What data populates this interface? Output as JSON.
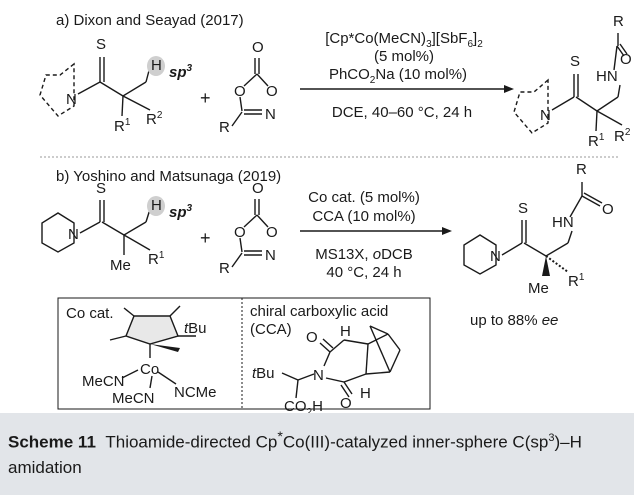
{
  "panel_a": {
    "title": "a) Dixon and Seayad (2017)",
    "catalyst_main": "[Cp*Co(MeCN)",
    "catalyst_sub1": "3",
    "catalyst_mid": "][SbF",
    "catalyst_sub2": "6",
    "catalyst_end": "]",
    "catalyst_sub3": "2",
    "catalyst_loading": "(5 mol%)",
    "additive_main": "PhCO",
    "additive_sub": "2",
    "additive_end": "Na (10 mol%)",
    "conditions": "DCE, 40–60 °C, 24 h"
  },
  "panel_b": {
    "title": "b) Yoshino and Matsunaga (2019)",
    "catalyst_line": "Co cat. (5 mol%)",
    "cca_line": "CCA (10 mol%)",
    "solvent_pre": "MS13X, ",
    "solvent_ital": "o",
    "solvent_post": "DCB",
    "temp_time": "40 °C, 24 h",
    "ee_pre": "up to 88% ",
    "ee_ital": "ee"
  },
  "atoms": {
    "S": "S",
    "N": "N",
    "O": "O",
    "H": "H",
    "R": "R",
    "HN": "HN",
    "sp3": "sp",
    "sp3_sup": "3",
    "R1": "R",
    "R1_sup": "1",
    "R2": "R",
    "R2_sup": "2",
    "Me": "Me",
    "plus": "+"
  },
  "co_cat_box": {
    "title": "Co cat.",
    "tBu_t": "t",
    "tBu_Bu": "Bu",
    "Co": "Co",
    "MeCN_left": "MeCN",
    "MeCN_bottom": "MeCN",
    "NCMe": "NCMe"
  },
  "cca_box": {
    "title_line1": "chiral carboxylic acid",
    "title_line2": "(CCA)",
    "H_top": "H",
    "H_bottom": "H",
    "O_top": "O",
    "O_bottom": "O",
    "N": "N",
    "tBu_t": "t",
    "tBu_Bu": "Bu",
    "CO2H_pre": "CO",
    "CO2H_sub": "2",
    "CO2H_post": "H"
  },
  "caption": {
    "label": "Scheme 11",
    "text_part1": "Thioamide-directed Cp",
    "text_star": "*",
    "text_part2": "Co(III)-catalyzed inner-sphere C(sp",
    "text_sup": "3",
    "text_part3": ")–H amidation"
  },
  "colors": {
    "caption_bg": "#e2e5e9",
    "highlight": "#cfcfcf",
    "separator": "#9a9a9a",
    "ink": "#1a1a1a"
  }
}
